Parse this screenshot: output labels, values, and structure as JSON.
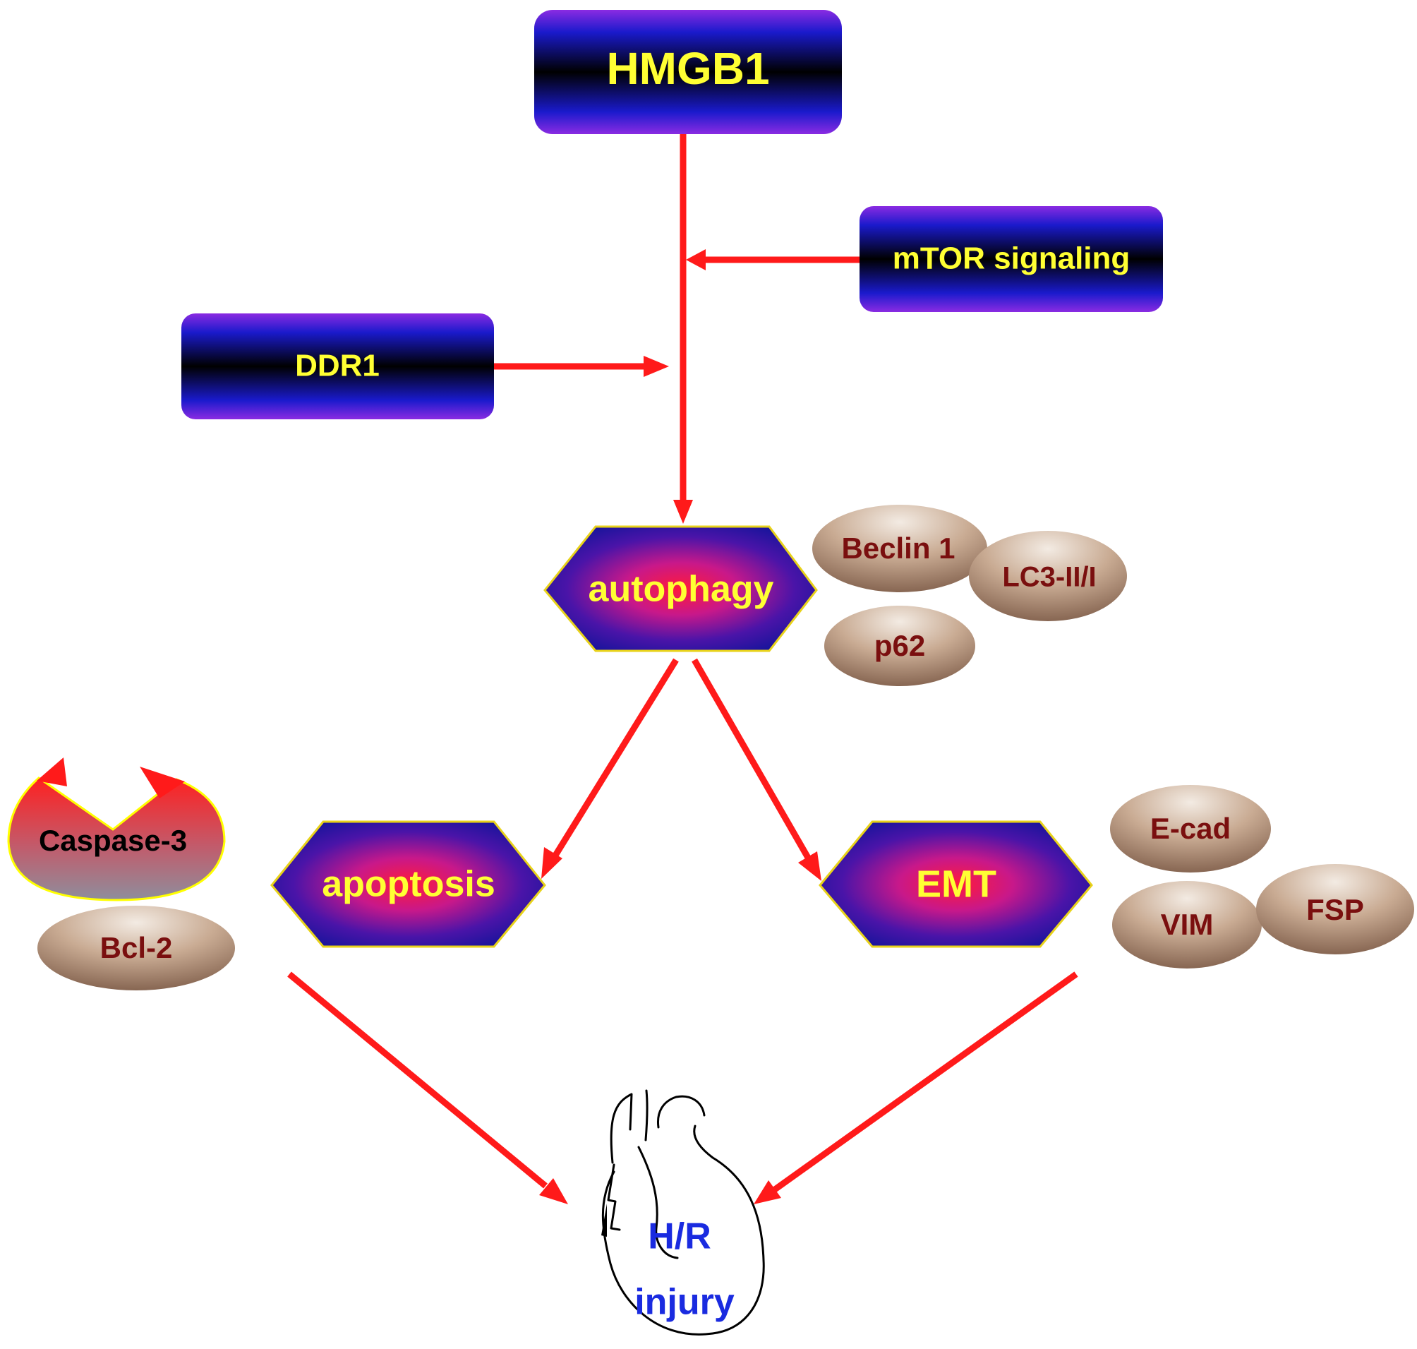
{
  "nodes": {
    "hmgb1": "HMGB1",
    "mtor": "mTOR signaling",
    "ddr1": "DDR1",
    "autophagy": "autophagy",
    "apoptosis": "apoptosis",
    "emt": "EMT",
    "injury_line1": "H/R",
    "injury_line2": "injury"
  },
  "markers": {
    "beclin": "Beclin 1",
    "lc3": "LC3-II/I",
    "p62": "p62",
    "caspase": "Caspase-3",
    "bcl2": "Bcl-2",
    "ecad": "E-cad",
    "vim": "VIM",
    "fsp": "FSP"
  },
  "colors": {
    "arrow": "#ff1a1a",
    "box_dark": "#000000",
    "box_edge": "#1a1acc",
    "box_glow": "#8a2be2",
    "label_yellow": "#ffff33",
    "marker_text": "#7a0f0f",
    "injury_text": "#1a2be0",
    "hex_center": "#ff1a4a",
    "hex_edge": "#14149a",
    "hex_border": "#e8d21a"
  }
}
